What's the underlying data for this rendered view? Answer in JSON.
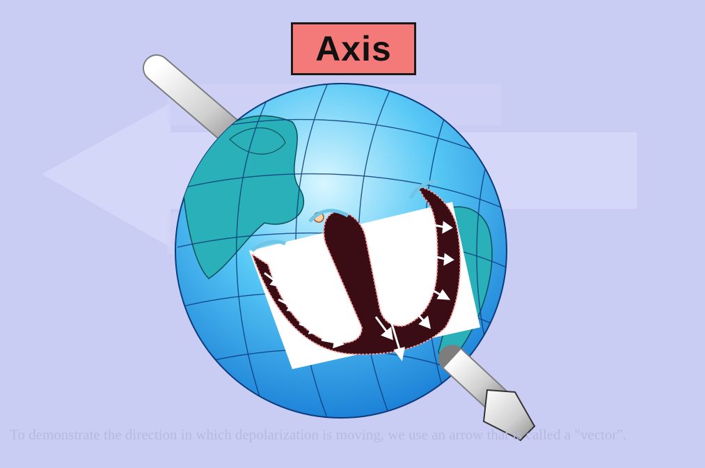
{
  "diagram": {
    "title": "Axis",
    "background_word": "vector",
    "caption": "To demonstrate the direction in which depolarization is moving, we use an arrow that is called a \"vector\"."
  },
  "colors": {
    "background": "#c9ccf3",
    "title_fill": "#f47a7a",
    "globe_ocean": "#2aa3e8",
    "land": "#2ab0b8",
    "myocardium": "#3a0c14",
    "axis_arrow": "#d8d8d8"
  },
  "icons": [
    "axis-arrow-icon",
    "globe-icon",
    "heart-section-icon",
    "depolarization-arrow-icon"
  ]
}
